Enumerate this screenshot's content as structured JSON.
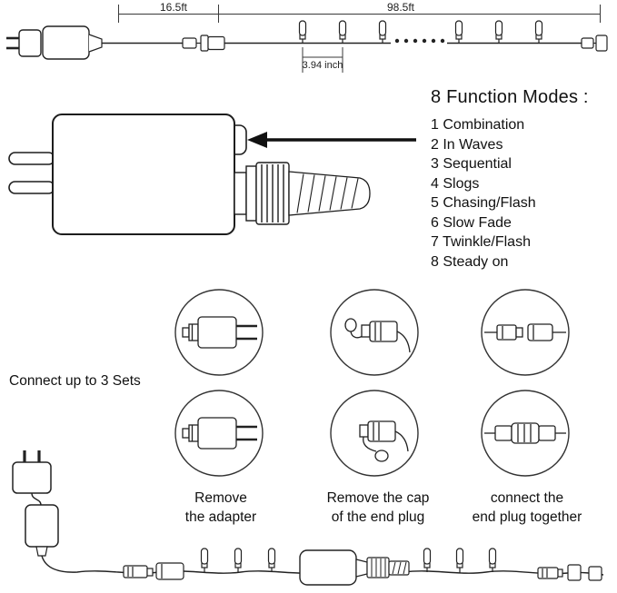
{
  "top_diagram": {
    "lead_length_label": "16.5ft",
    "string_length_label": "98.5ft",
    "bulb_spacing_label": "3.94 inch"
  },
  "function_modes": {
    "title": "8 Function Modes :",
    "items": [
      "1 Combination",
      "2 In Waves",
      "3 Sequential",
      "4 Slogs",
      "5 Chasing/Flash",
      "6 Slow Fade",
      "7 Twinkle/Flash",
      "8 Steady on"
    ]
  },
  "connect_note": "Connect up to 3 Sets",
  "steps": [
    {
      "line1": "Remove",
      "line2": "the adapter"
    },
    {
      "line1": "Remove the cap",
      "line2": "of the end plug"
    },
    {
      "line1": "connect the",
      "line2": "end plug together"
    }
  ],
  "colors": {
    "line": "#222222",
    "text": "#111111"
  }
}
